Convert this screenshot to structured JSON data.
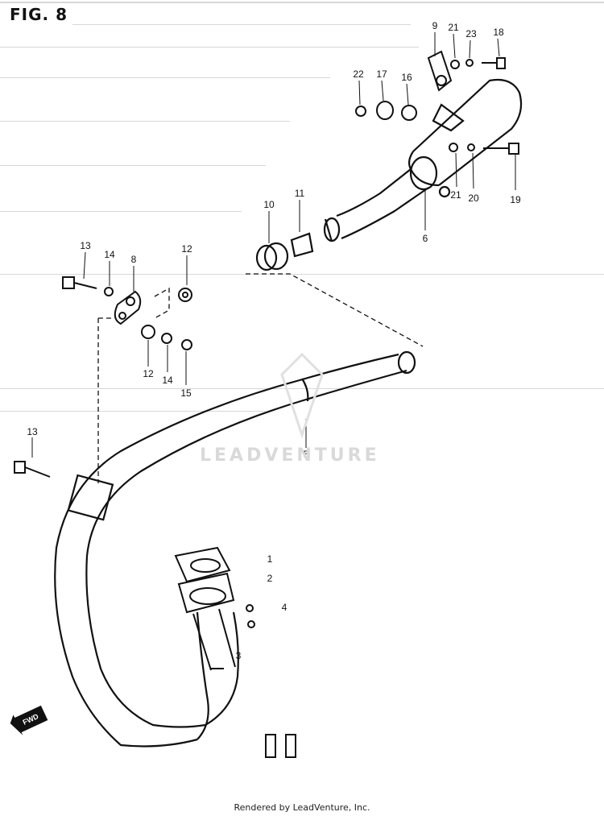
{
  "figure": {
    "title": "FIG. 8",
    "watermark": "LEADVENTURE",
    "credit": "Rendered by LeadVenture, Inc."
  },
  "callouts": [
    {
      "id": "c9",
      "text": "9"
    },
    {
      "id": "c21a",
      "text": "21"
    },
    {
      "id": "c23",
      "text": "23"
    },
    {
      "id": "c18",
      "text": "18"
    },
    {
      "id": "c22",
      "text": "22"
    },
    {
      "id": "c17",
      "text": "17"
    },
    {
      "id": "c16",
      "text": "16"
    },
    {
      "id": "c21b",
      "text": "21"
    },
    {
      "id": "c20",
      "text": "20"
    },
    {
      "id": "c19",
      "text": "19"
    },
    {
      "id": "c6",
      "text": "6"
    },
    {
      "id": "c10",
      "text": "10"
    },
    {
      "id": "c11",
      "text": "11"
    },
    {
      "id": "c13a",
      "text": "13"
    },
    {
      "id": "c14a",
      "text": "14"
    },
    {
      "id": "c8",
      "text": "8"
    },
    {
      "id": "c12a",
      "text": "12"
    },
    {
      "id": "c12b",
      "text": "12"
    },
    {
      "id": "c14b",
      "text": "14"
    },
    {
      "id": "c15",
      "text": "15"
    },
    {
      "id": "c5",
      "text": "5"
    },
    {
      "id": "c13b",
      "text": "13"
    },
    {
      "id": "c1",
      "text": "1"
    },
    {
      "id": "c2",
      "text": "2"
    },
    {
      "id": "c3",
      "text": "3"
    },
    {
      "id": "c4",
      "text": "4"
    }
  ],
  "fwd_label": "FWD"
}
